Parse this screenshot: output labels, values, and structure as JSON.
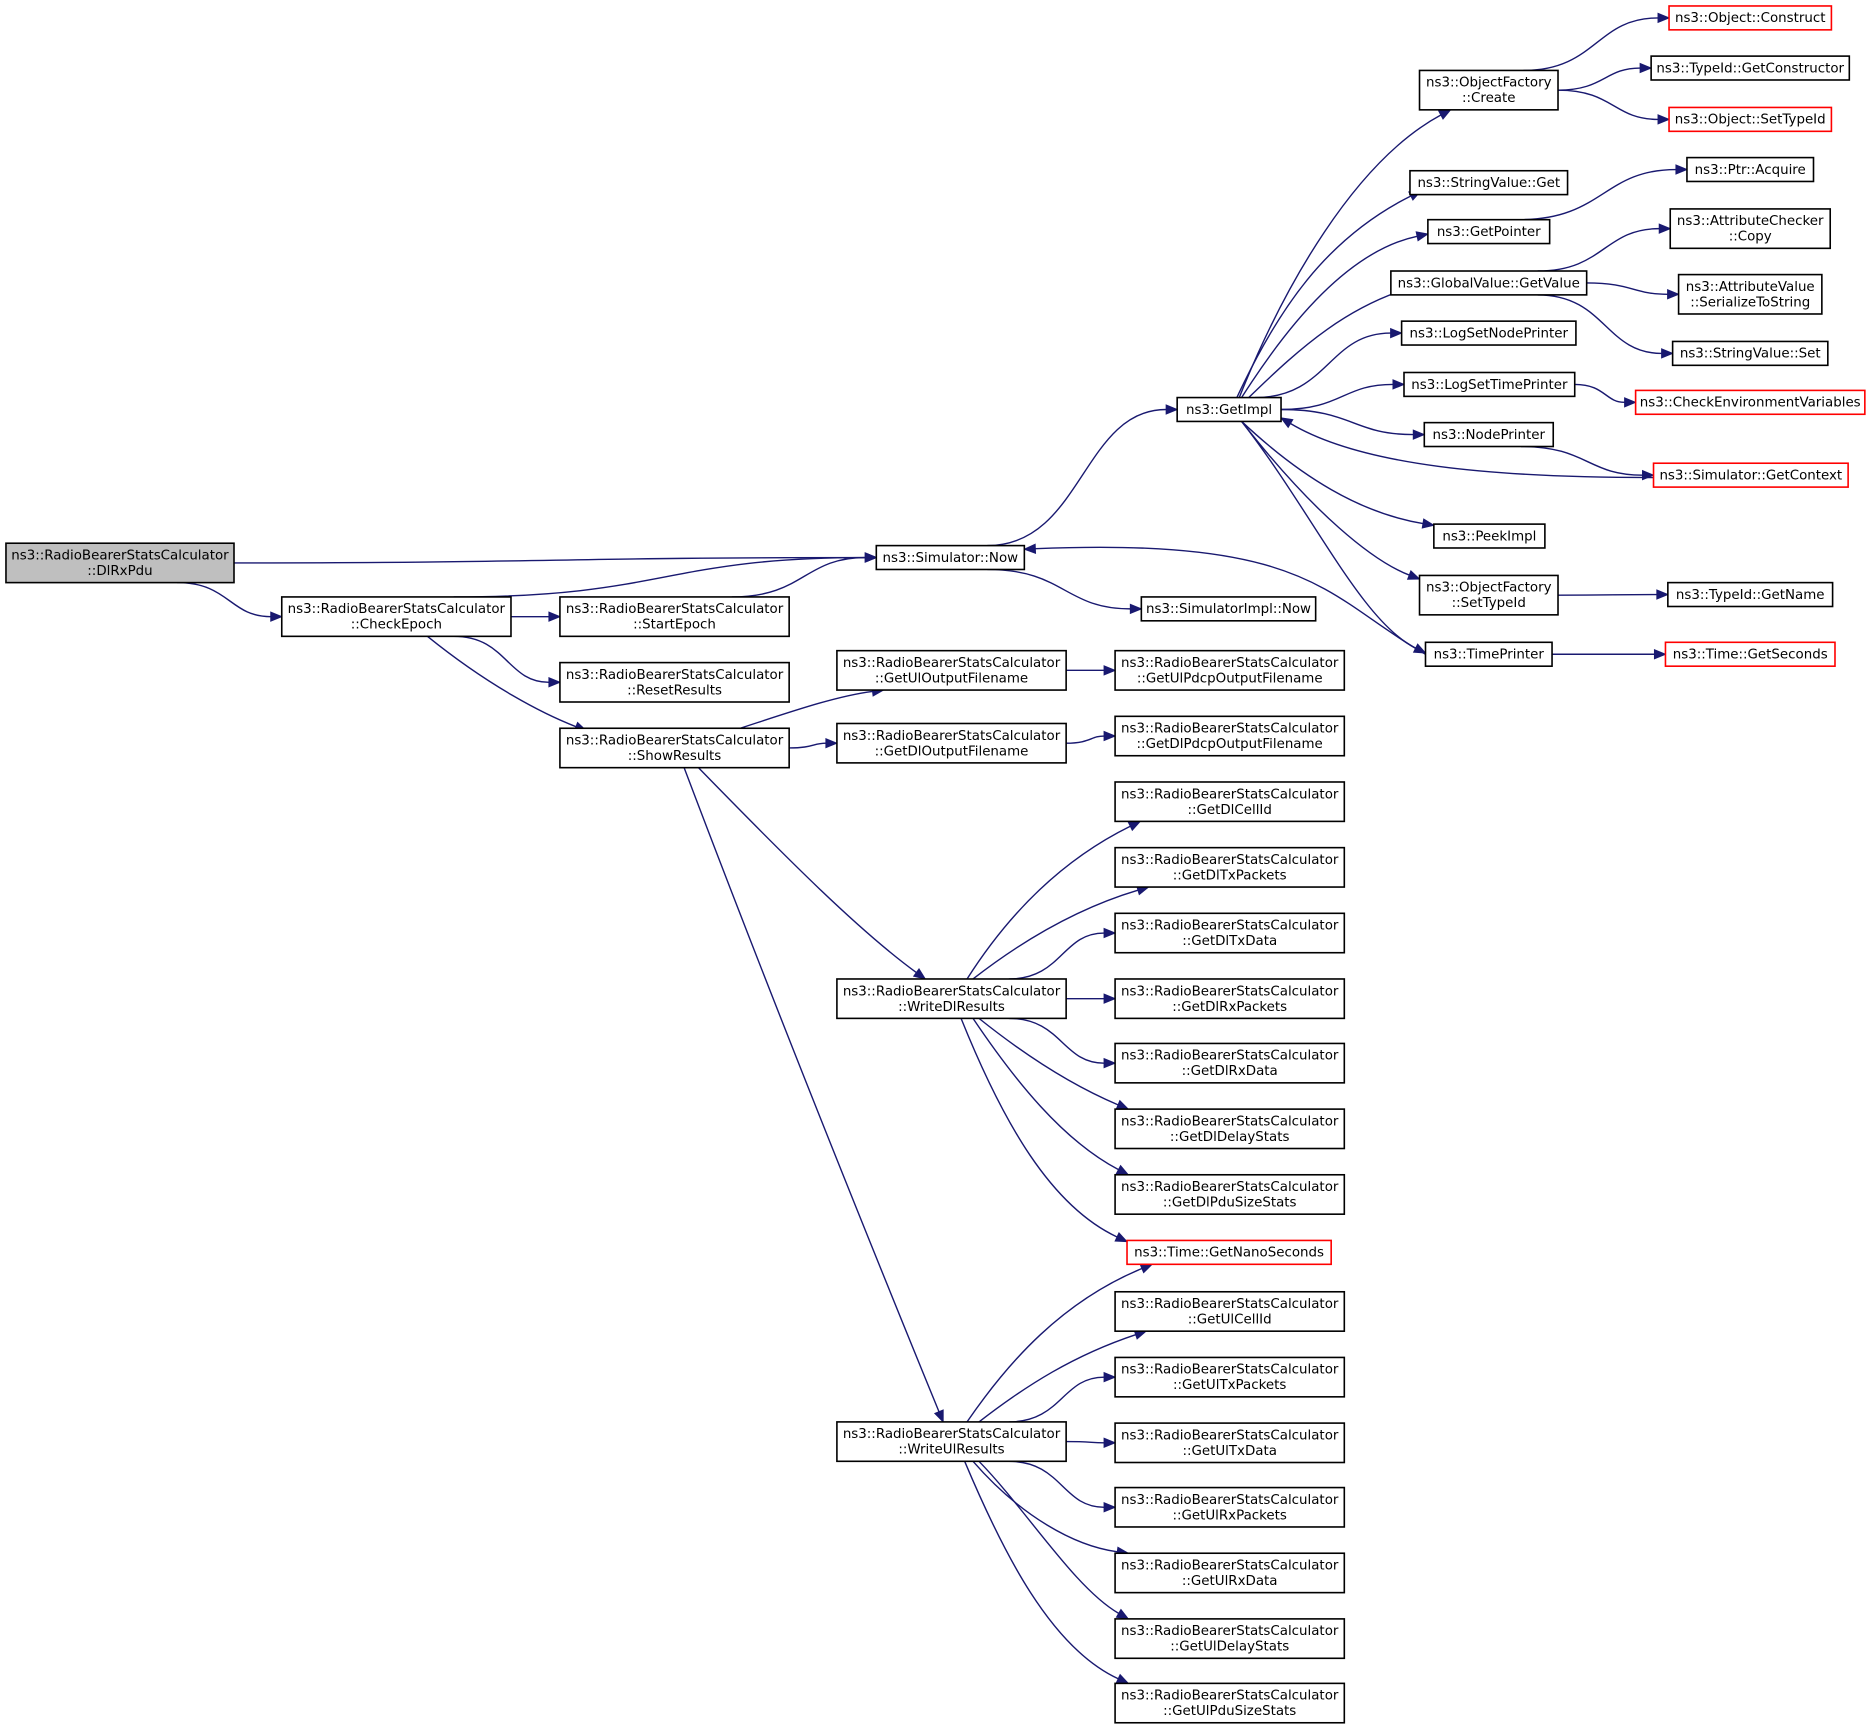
{
  "colors": {
    "edge": "#191970",
    "box_border": "#000000",
    "external_border": "#ff0000",
    "root_fill": "#bfbfbf",
    "box_fill": "#ffffff"
  },
  "nodes": [
    {
      "id": "dlrxpdu",
      "lines": [
        "ns3::RadioBearerStatsCalculator",
        "::DlRxPdu"
      ],
      "style": "root"
    },
    {
      "id": "checkepoch",
      "lines": [
        "ns3::RadioBearerStatsCalculator",
        "::CheckEpoch"
      ],
      "style": "normal"
    },
    {
      "id": "sim_now",
      "lines": [
        "ns3::Simulator::Now"
      ],
      "style": "normal"
    },
    {
      "id": "startepoch",
      "lines": [
        "ns3::RadioBearerStatsCalculator",
        "::StartEpoch"
      ],
      "style": "normal"
    },
    {
      "id": "resetresults",
      "lines": [
        "ns3::RadioBearerStatsCalculator",
        "::ResetResults"
      ],
      "style": "normal"
    },
    {
      "id": "showresults",
      "lines": [
        "ns3::RadioBearerStatsCalculator",
        "::ShowResults"
      ],
      "style": "normal"
    },
    {
      "id": "simimpl_now",
      "lines": [
        "ns3::SimulatorImpl::Now"
      ],
      "style": "normal"
    },
    {
      "id": "getimpl",
      "lines": [
        "ns3::GetImpl"
      ],
      "style": "normal"
    },
    {
      "id": "of_create",
      "lines": [
        "ns3::ObjectFactory",
        "::Create"
      ],
      "style": "normal"
    },
    {
      "id": "stringvalue_get",
      "lines": [
        "ns3::StringValue::Get"
      ],
      "style": "normal"
    },
    {
      "id": "getpointer",
      "lines": [
        "ns3::GetPointer"
      ],
      "style": "normal"
    },
    {
      "id": "gv_getvalue",
      "lines": [
        "ns3::GlobalValue::GetValue"
      ],
      "style": "normal"
    },
    {
      "id": "logsetnodeprinter",
      "lines": [
        "ns3::LogSetNodePrinter"
      ],
      "style": "normal"
    },
    {
      "id": "logsettimeprinter",
      "lines": [
        "ns3::LogSetTimePrinter"
      ],
      "style": "normal"
    },
    {
      "id": "nodeprinter",
      "lines": [
        "ns3::NodePrinter"
      ],
      "style": "normal"
    },
    {
      "id": "peekimpl",
      "lines": [
        "ns3::PeekImpl"
      ],
      "style": "normal"
    },
    {
      "id": "of_settypeid",
      "lines": [
        "ns3::ObjectFactory",
        "::SetTypeId"
      ],
      "style": "normal"
    },
    {
      "id": "timeprinter",
      "lines": [
        "ns3::TimePrinter"
      ],
      "style": "normal"
    },
    {
      "id": "obj_construct",
      "lines": [
        "ns3::Object::Construct"
      ],
      "style": "external"
    },
    {
      "id": "typeid_getconstructor",
      "lines": [
        "ns3::TypeId::GetConstructor"
      ],
      "style": "normal"
    },
    {
      "id": "obj_settypeid",
      "lines": [
        "ns3::Object::SetTypeId"
      ],
      "style": "external"
    },
    {
      "id": "ptr_acquire",
      "lines": [
        "ns3::Ptr::Acquire"
      ],
      "style": "normal"
    },
    {
      "id": "attrchecker_copy",
      "lines": [
        "ns3::AttributeChecker",
        "::Copy"
      ],
      "style": "normal"
    },
    {
      "id": "attrvalue_serialize",
      "lines": [
        "ns3::AttributeValue",
        "::SerializeToString"
      ],
      "style": "normal"
    },
    {
      "id": "stringvalue_set",
      "lines": [
        "ns3::StringValue::Set"
      ],
      "style": "normal"
    },
    {
      "id": "checkenv",
      "lines": [
        "ns3::CheckEnvironmentVariables"
      ],
      "style": "external"
    },
    {
      "id": "sim_getcontext",
      "lines": [
        "ns3::Simulator::GetContext"
      ],
      "style": "external"
    },
    {
      "id": "typeid_getname",
      "lines": [
        "ns3::TypeId::GetName"
      ],
      "style": "normal"
    },
    {
      "id": "time_getseconds",
      "lines": [
        "ns3::Time::GetSeconds"
      ],
      "style": "external"
    },
    {
      "id": "getuloutputfilename",
      "lines": [
        "ns3::RadioBearerStatsCalculator",
        "::GetUlOutputFilename"
      ],
      "style": "normal"
    },
    {
      "id": "getdloutputfilename",
      "lines": [
        "ns3::RadioBearerStatsCalculator",
        "::GetDlOutputFilename"
      ],
      "style": "normal"
    },
    {
      "id": "getulpdcpoutputfilename",
      "lines": [
        "ns3::RadioBearerStatsCalculator",
        "::GetUlPdcpOutputFilename"
      ],
      "style": "normal"
    },
    {
      "id": "getdlpdcpoutputfilename",
      "lines": [
        "ns3::RadioBearerStatsCalculator",
        "::GetDlPdcpOutputFilename"
      ],
      "style": "normal"
    },
    {
      "id": "writedlresults",
      "lines": [
        "ns3::RadioBearerStatsCalculator",
        "::WriteDlResults"
      ],
      "style": "normal"
    },
    {
      "id": "writeulresults",
      "lines": [
        "ns3::RadioBearerStatsCalculator",
        "::WriteUlResults"
      ],
      "style": "normal"
    },
    {
      "id": "getdlcellid",
      "lines": [
        "ns3::RadioBearerStatsCalculator",
        "::GetDlCellId"
      ],
      "style": "normal"
    },
    {
      "id": "getdltxpackets",
      "lines": [
        "ns3::RadioBearerStatsCalculator",
        "::GetDlTxPackets"
      ],
      "style": "normal"
    },
    {
      "id": "getdltxdata",
      "lines": [
        "ns3::RadioBearerStatsCalculator",
        "::GetDlTxData"
      ],
      "style": "normal"
    },
    {
      "id": "getdlrxpackets",
      "lines": [
        "ns3::RadioBearerStatsCalculator",
        "::GetDlRxPackets"
      ],
      "style": "normal"
    },
    {
      "id": "getdlrxdata",
      "lines": [
        "ns3::RadioBearerStatsCalculator",
        "::GetDlRxData"
      ],
      "style": "normal"
    },
    {
      "id": "getdldelaystats",
      "lines": [
        "ns3::RadioBearerStatsCalculator",
        "::GetDlDelayStats"
      ],
      "style": "normal"
    },
    {
      "id": "getdlpdusizestats",
      "lines": [
        "ns3::RadioBearerStatsCalculator",
        "::GetDlPduSizeStats"
      ],
      "style": "normal"
    },
    {
      "id": "time_getnanoseconds",
      "lines": [
        "ns3::Time::GetNanoSeconds"
      ],
      "style": "external"
    },
    {
      "id": "getulcellid",
      "lines": [
        "ns3::RadioBearerStatsCalculator",
        "::GetUlCellId"
      ],
      "style": "normal"
    },
    {
      "id": "getultxpackets",
      "lines": [
        "ns3::RadioBearerStatsCalculator",
        "::GetUlTxPackets"
      ],
      "style": "normal"
    },
    {
      "id": "getultxdata",
      "lines": [
        "ns3::RadioBearerStatsCalculator",
        "::GetUlTxData"
      ],
      "style": "normal"
    },
    {
      "id": "getulrxpackets",
      "lines": [
        "ns3::RadioBearerStatsCalculator",
        "::GetUlRxPackets"
      ],
      "style": "normal"
    },
    {
      "id": "getulrxdata",
      "lines": [
        "ns3::RadioBearerStatsCalculator",
        "::GetUlRxData"
      ],
      "style": "normal"
    },
    {
      "id": "getuldelaystats",
      "lines": [
        "ns3::RadioBearerStatsCalculator",
        "::GetUlDelayStats"
      ],
      "style": "normal"
    },
    {
      "id": "getulpdusizestats",
      "lines": [
        "ns3::RadioBearerStatsCalculator",
        "::GetUlPduSizeStats"
      ],
      "style": "normal"
    }
  ],
  "edges": [
    [
      "dlrxpdu",
      "sim_now"
    ],
    [
      "dlrxpdu",
      "checkepoch"
    ],
    [
      "checkepoch",
      "sim_now"
    ],
    [
      "checkepoch",
      "startepoch"
    ],
    [
      "checkepoch",
      "resetresults"
    ],
    [
      "checkepoch",
      "showresults"
    ],
    [
      "startepoch",
      "sim_now"
    ],
    [
      "sim_now",
      "getimpl"
    ],
    [
      "sim_now",
      "simimpl_now"
    ],
    [
      "getimpl",
      "of_create"
    ],
    [
      "getimpl",
      "stringvalue_get"
    ],
    [
      "getimpl",
      "getpointer"
    ],
    [
      "getimpl",
      "gv_getvalue"
    ],
    [
      "getimpl",
      "logsetnodeprinter"
    ],
    [
      "getimpl",
      "logsettimeprinter"
    ],
    [
      "getimpl",
      "nodeprinter"
    ],
    [
      "getimpl",
      "peekimpl"
    ],
    [
      "getimpl",
      "of_settypeid"
    ],
    [
      "getimpl",
      "timeprinter"
    ],
    [
      "of_create",
      "obj_construct"
    ],
    [
      "of_create",
      "typeid_getconstructor"
    ],
    [
      "of_create",
      "obj_settypeid"
    ],
    [
      "getpointer",
      "ptr_acquire"
    ],
    [
      "gv_getvalue",
      "attrchecker_copy"
    ],
    [
      "gv_getvalue",
      "attrvalue_serialize"
    ],
    [
      "gv_getvalue",
      "stringvalue_set"
    ],
    [
      "logsettimeprinter",
      "checkenv"
    ],
    [
      "nodeprinter",
      "sim_getcontext"
    ],
    [
      "sim_getcontext",
      "getimpl"
    ],
    [
      "of_settypeid",
      "typeid_getname"
    ],
    [
      "timeprinter",
      "time_getseconds"
    ],
    [
      "timeprinter",
      "sim_now"
    ],
    [
      "showresults",
      "getuloutputfilename"
    ],
    [
      "showresults",
      "getdloutputfilename"
    ],
    [
      "showresults",
      "writedlresults"
    ],
    [
      "showresults",
      "writeulresults"
    ],
    [
      "getuloutputfilename",
      "getulpdcpoutputfilename"
    ],
    [
      "getdloutputfilename",
      "getdlpdcpoutputfilename"
    ],
    [
      "writedlresults",
      "getdlcellid"
    ],
    [
      "writedlresults",
      "getdltxpackets"
    ],
    [
      "writedlresults",
      "getdltxdata"
    ],
    [
      "writedlresults",
      "getdlrxpackets"
    ],
    [
      "writedlresults",
      "getdlrxdata"
    ],
    [
      "writedlresults",
      "getdldelaystats"
    ],
    [
      "writedlresults",
      "getdlpdusizestats"
    ],
    [
      "writedlresults",
      "time_getnanoseconds"
    ],
    [
      "writeulresults",
      "time_getnanoseconds"
    ],
    [
      "writeulresults",
      "getulcellid"
    ],
    [
      "writeulresults",
      "getultxpackets"
    ],
    [
      "writeulresults",
      "getultxdata"
    ],
    [
      "writeulresults",
      "getulrxpackets"
    ],
    [
      "writeulresults",
      "getulrxdata"
    ],
    [
      "writeulresults",
      "getuldelaystats"
    ],
    [
      "writeulresults",
      "getulpdusizestats"
    ]
  ]
}
